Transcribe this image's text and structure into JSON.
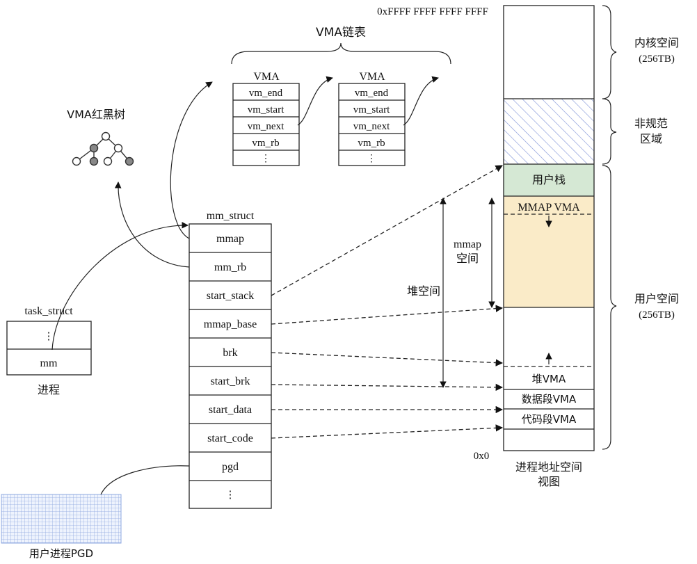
{
  "vma_list": {
    "title": "VMA链表",
    "nodes": [
      {
        "header": "VMA",
        "fields": [
          "vm_end",
          "vm_start",
          "vm_next",
          "vm_rb",
          "⋮"
        ]
      },
      {
        "header": "VMA",
        "fields": [
          "vm_end",
          "vm_start",
          "vm_next",
          "vm_rb",
          "⋮"
        ]
      }
    ]
  },
  "rbtree": {
    "title": "VMA红黑树"
  },
  "mm_struct": {
    "title": "mm_struct",
    "fields": [
      "mmap",
      "mm_rb",
      "start_stack",
      "mmap_base",
      "brk",
      "start_brk",
      "start_data",
      "start_code",
      "pgd",
      "⋮"
    ]
  },
  "task_struct": {
    "title": "task_struct",
    "fields": [
      "⋮",
      "mm"
    ],
    "caption": "进程"
  },
  "pgd_grid": {
    "caption": "用户进程PGD"
  },
  "address_space": {
    "top_address": "0xFFFF FFFF FFFF FFFF",
    "bottom_address": "0x0",
    "caption_line1": "进程地址空间",
    "caption_line2": "视图",
    "user_stack": "用户栈",
    "mmap_vma": "MMAP VMA",
    "heap_vma": "堆VMA",
    "data_vma": "数据段VMA",
    "code_vma": "代码段VMA"
  },
  "regions": {
    "kernel_line1": "内核空间",
    "kernel_line2": "(256TB)",
    "noncanon_line1": "非规范",
    "noncanon_line2": "区域",
    "user_line1": "用户空间",
    "user_line2": "(256TB)"
  },
  "spans": {
    "mmap_line1": "mmap",
    "mmap_line2": "空间",
    "heap": "堆空间"
  },
  "colors": {
    "user_stack_fill": "#d5e8d4",
    "mmap_fill": "#faebc8",
    "hatch": "#7b8fd6",
    "pgd_grid": "#8fa8e0"
  }
}
